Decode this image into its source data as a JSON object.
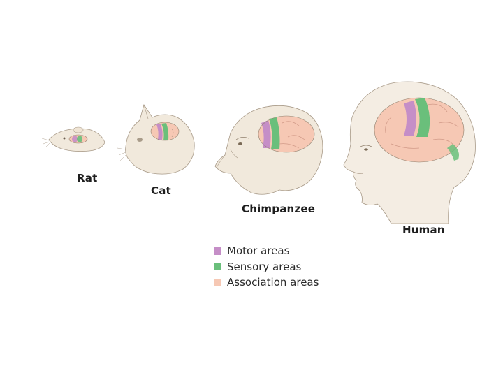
{
  "animals": {
    "rat": {
      "label": "Rat"
    },
    "cat": {
      "label": "Cat"
    },
    "chimpanzee": {
      "label": "Chimpanzee"
    },
    "human": {
      "label": "Human"
    }
  },
  "legend": {
    "items": [
      {
        "label": "Motor areas",
        "color": "#c58ec7"
      },
      {
        "label": "Sensory areas",
        "color": "#6abf7b"
      },
      {
        "label": "Association areas",
        "color": "#f6c8b4"
      }
    ]
  },
  "colors": {
    "motor": "#c58ec7",
    "sensory": "#6abf7b",
    "association": "#f6c8b4",
    "sketch": "#e9dfcf",
    "outline": "#a89a88"
  }
}
